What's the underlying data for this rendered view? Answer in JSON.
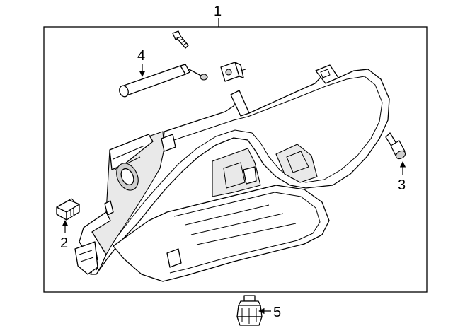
{
  "callouts": {
    "c1": "1",
    "c2": "2",
    "c3": "3",
    "c4": "4",
    "c5": "5"
  },
  "colors": {
    "line": "#000000",
    "background": "#ffffff",
    "shade": "#e9e9e9"
  }
}
